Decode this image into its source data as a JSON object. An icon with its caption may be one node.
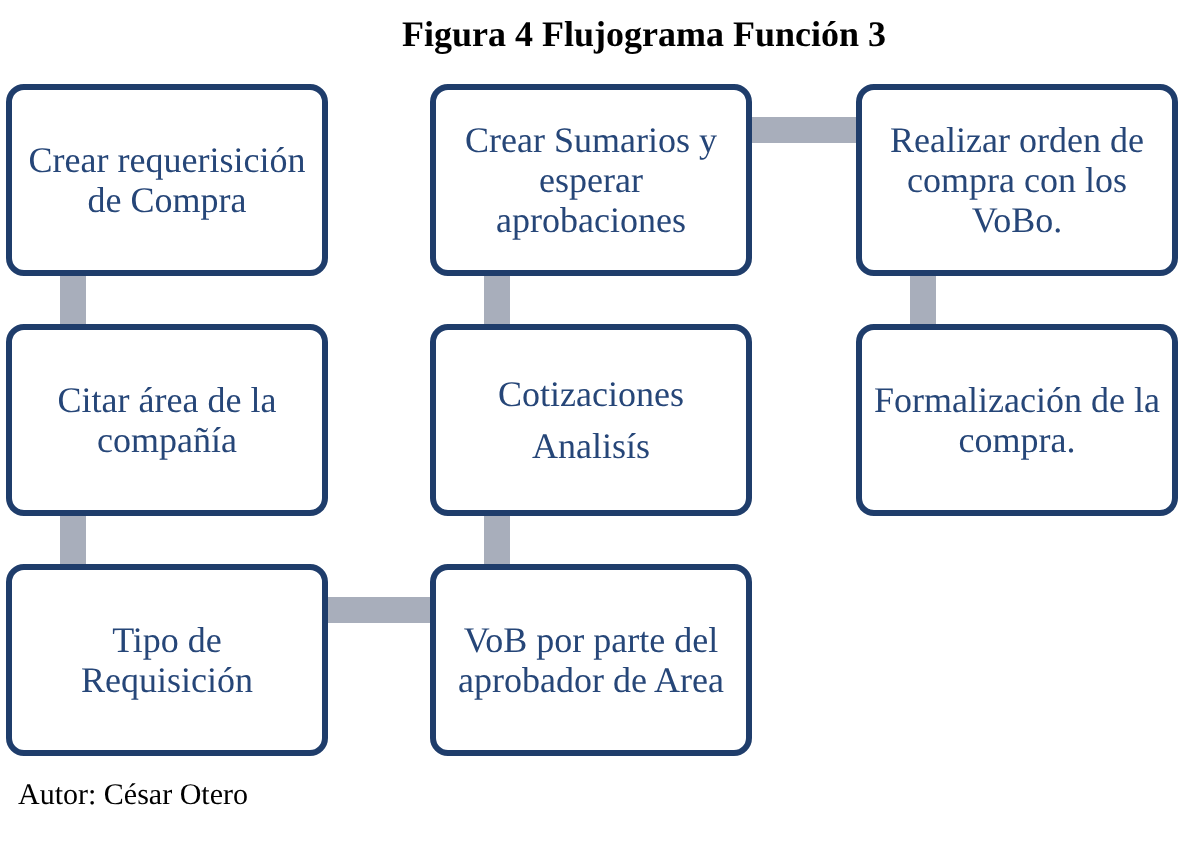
{
  "diagram": {
    "title": "Figura 4 Flujograma Función 3",
    "nodes": [
      {
        "text": [
          "Crear requerisición de Compra"
        ]
      },
      {
        "text": [
          "Citar área de la compañía"
        ]
      },
      {
        "text": [
          "Tipo de Requisición"
        ]
      },
      {
        "text": [
          "VoB por parte del aprobador de Area"
        ]
      },
      {
        "text": [
          "Cotizaciones",
          "Analisís"
        ]
      },
      {
        "text": [
          "Crear Sumarios y esperar aprobaciones"
        ]
      },
      {
        "text": [
          "Realizar orden de compra con los VoBo."
        ]
      },
      {
        "text": [
          "Formalización de la compra."
        ]
      }
    ],
    "edges": [
      {
        "from": 0,
        "to": 1,
        "arrow": "none"
      },
      {
        "from": 1,
        "to": 2,
        "arrow": "none"
      },
      {
        "from": 2,
        "to": 3,
        "arrow": "none"
      },
      {
        "from": 3,
        "to": 4,
        "arrow": "none"
      },
      {
        "from": 4,
        "to": 5,
        "arrow": "none"
      },
      {
        "from": 5,
        "to": 6,
        "arrow": "none"
      },
      {
        "from": 6,
        "to": 7,
        "arrow": "none"
      }
    ],
    "labels": [
      "Autor: César Otero"
    ]
  }
}
